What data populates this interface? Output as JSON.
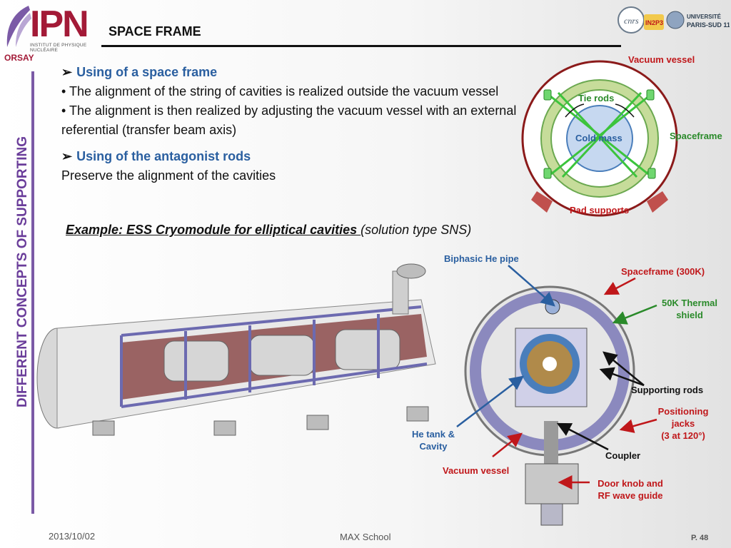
{
  "logo": {
    "name": "IPN",
    "subtitle": "INSTITUT DE PHYSIQUE NUCLÉAIRE",
    "place": "ORSAY"
  },
  "header": {
    "title": "SPACE FRAME"
  },
  "side": {
    "vertical_title": "DIFFERENT CONCEPTS OF SUPPORTING"
  },
  "partner_logos": {
    "cnrs": "cnrs",
    "in2p3": "IN2P3",
    "univ_top": "UNIVERSITÉ",
    "univ_bottom": "PARIS-SUD 11"
  },
  "content": {
    "section1_heading": "Using of a space frame",
    "bullet1": "The alignment of the string of cavities is realized outside the vacuum vessel",
    "bullet2": "The alignment is then realized by adjusting the vacuum vessel with an external referential (transfer beam axis)",
    "section2_heading": "Using of the antagonist rods",
    "section2_text": "Preserve the alignment of the cavities",
    "example_label": "Example: ESS Cryomodule for elliptical cavities ",
    "example_note": "(solution type SNS)"
  },
  "schematic": {
    "vacuum_vessel": "Vacuum vessel",
    "tie_rods": "Tie rods",
    "cold_mass": "Cold mass",
    "spaceframe": "Spaceframe",
    "pad_supports": "Pad supports"
  },
  "cross_section": {
    "biphasic": "Biphasic He pipe",
    "spaceframe_300k": "Spaceframe (300K)",
    "thermal_shield_1": "50K Thermal",
    "thermal_shield_2": "shield",
    "supporting_rods": "Supporting rods",
    "positioning_1": "Positioning",
    "positioning_2": "jacks",
    "positioning_3": "(3 at 120°)",
    "he_tank_1": "He tank &",
    "he_tank_2": "Cavity",
    "coupler": "Coupler",
    "vacuum_vessel": "Vacuum vessel",
    "door_knob_1": "Door knob and",
    "door_knob_2": "RF wave guide"
  },
  "footer": {
    "date": "2013/10/02",
    "event": "MAX School",
    "page": "P. 48"
  },
  "colors": {
    "accent_purple": "#7b5aa6",
    "red": "#c0171a",
    "green": "#2a8a2a",
    "blue": "#2a5fa0"
  }
}
